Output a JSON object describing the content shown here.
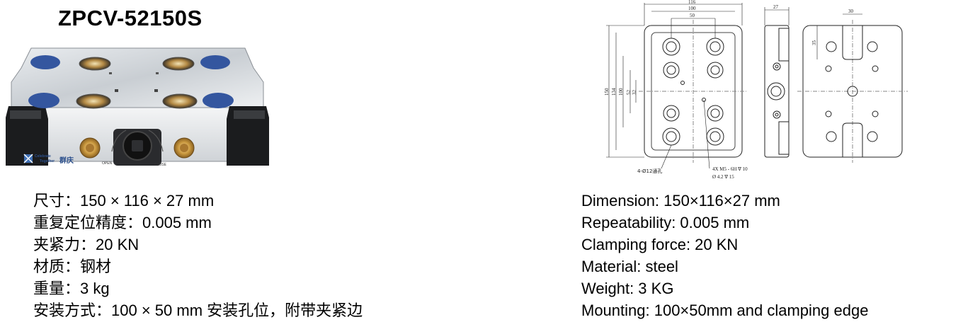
{
  "product": {
    "model": "ZPCV-52150S",
    "brand_en_line1": "Celebrate",
    "brand_en_line2": "Together",
    "brand_zh": "群庆",
    "label_open": "OPEN",
    "label_close": "CLOSE"
  },
  "drawing": {
    "dim_116": "116",
    "dim_100": "100",
    "dim_50": "50",
    "dim_27": "27",
    "dim_30": "30",
    "dim_35": "35",
    "dim_150": "150",
    "dim_134": "134",
    "dim_100v": "100",
    "dim_52": "52",
    "dim_32": "32",
    "note_holes": "4-Ø12通孔",
    "note_m5_1": "4X  M5 - 6H ∇ 10",
    "note_m5_2": "Ø 4.2 ∇ 15"
  },
  "specs_zh": [
    "尺寸：150 × 116 × 27 mm",
    "重复定位精度：0.005 mm",
    "夹紧力：20 KN",
    "材质：钢材",
    "重量：3 kg",
    "安装方式：100 × 50 mm 安装孔位，附带夹紧边"
  ],
  "specs_en": [
    "Dimension: 150×116×27 mm",
    "Repeatability: 0.005 mm",
    "Clamping force: 20 KN",
    "Material: steel",
    "Weight: 3 KG",
    "Mounting: 100×50mm and clamping edge"
  ]
}
